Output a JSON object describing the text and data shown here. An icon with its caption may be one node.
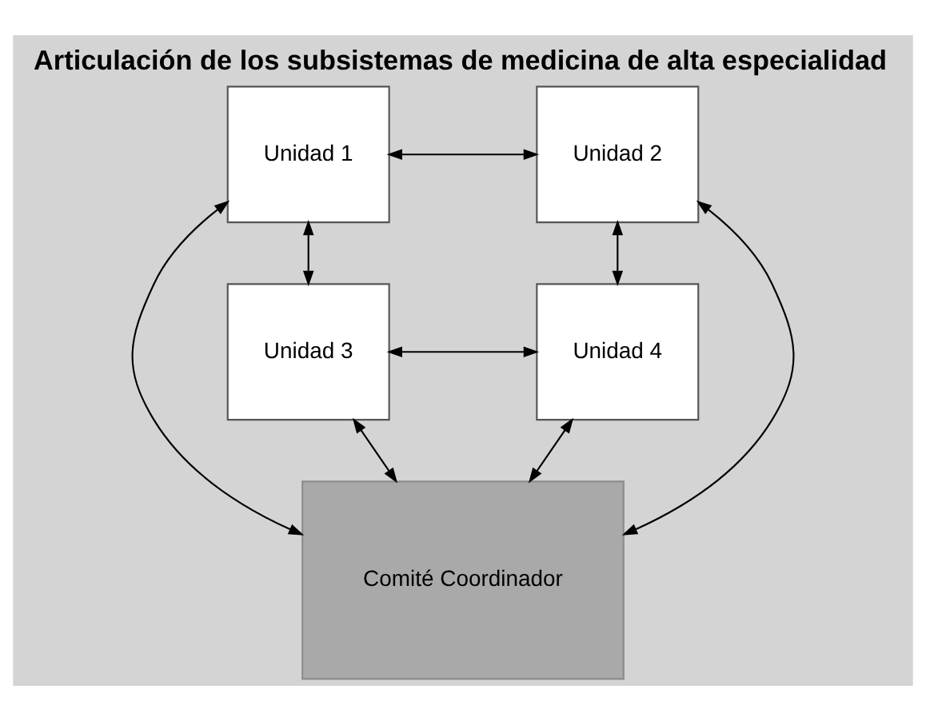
{
  "diagram": {
    "title": "Articulación de los subsistemas de medicina de alta especialidad",
    "nodes": [
      {
        "text": [
          "Unidad 1"
        ]
      },
      {
        "text": [
          "Unidad 2"
        ]
      },
      {
        "text": [
          "Comité Coordinador"
        ]
      },
      {
        "text": [
          "Unidad 3"
        ]
      },
      {
        "text": [
          "Unidad 4"
        ]
      }
    ],
    "edges": [
      {
        "from": 0,
        "to": 1,
        "arrow": "both"
      },
      {
        "from": 0,
        "to": 2,
        "arrow": "both"
      },
      {
        "from": 1,
        "to": 2,
        "arrow": "both"
      },
      {
        "from": 0,
        "to": 3,
        "arrow": "both"
      },
      {
        "from": 1,
        "to": 4,
        "arrow": "both"
      },
      {
        "from": 3,
        "to": 2,
        "arrow": "both"
      },
      {
        "from": 4,
        "to": 2,
        "arrow": "both"
      },
      {
        "from": 3,
        "to": 4,
        "arrow": "both"
      }
    ]
  }
}
